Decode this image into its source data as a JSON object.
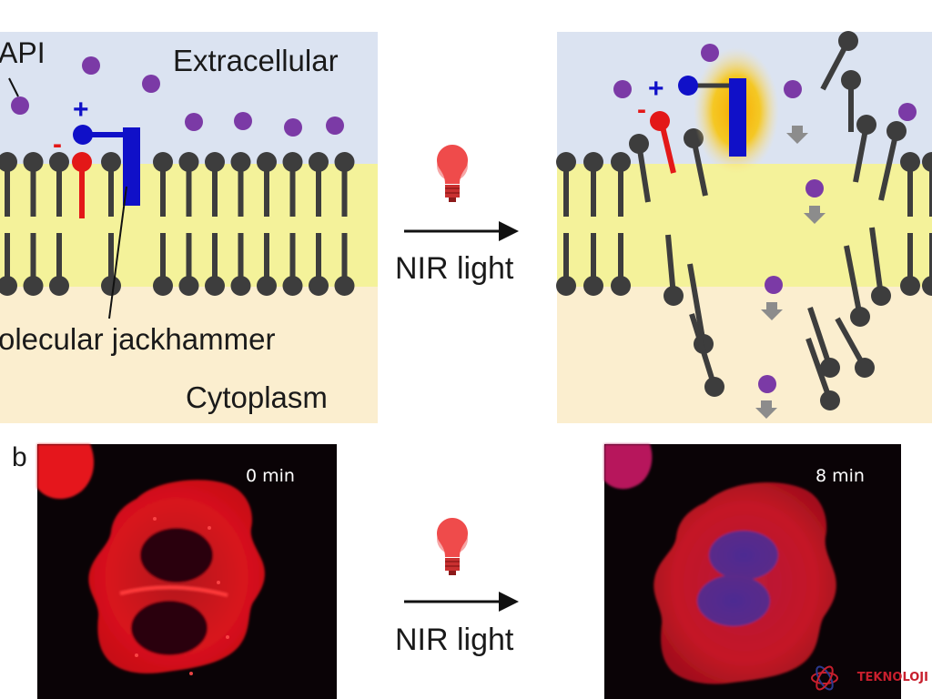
{
  "panel_a": {
    "left": {
      "label_dapi": "API",
      "label_extracellular": "Extracellular",
      "label_molecular_jackhammer": "olecular jackhammer",
      "label_cytoplasm": "Cytoplasm"
    }
  },
  "arrows": {
    "top_label": "NIR light",
    "bottom_label": "NIR light"
  },
  "panel_b": {
    "panel_letter": "b",
    "left_time": "0 min",
    "right_time": "8 min"
  },
  "charges": {
    "plus": "+",
    "minus": "-"
  },
  "watermark": {
    "text": "TEKNOLOJI",
    "icon": "atom-logo-icon"
  },
  "icons": [
    "light-bulb-icon",
    "arrow-right-icon",
    "arrow-down-icon"
  ],
  "colors": {
    "extracellular": "#dbe3f1",
    "membrane": "#f4f29a",
    "cytoplasm": "#fbeecf",
    "lipid": "#3d3d3d",
    "dapi": "#7b3aa6",
    "positive": "#1010c8",
    "negative": "#e31818",
    "rotor_glow": "#f7b400",
    "nir_bulb": "#ef4b4b",
    "cell_stain": "#e5141f",
    "nucleus": "#4b2f8e"
  }
}
